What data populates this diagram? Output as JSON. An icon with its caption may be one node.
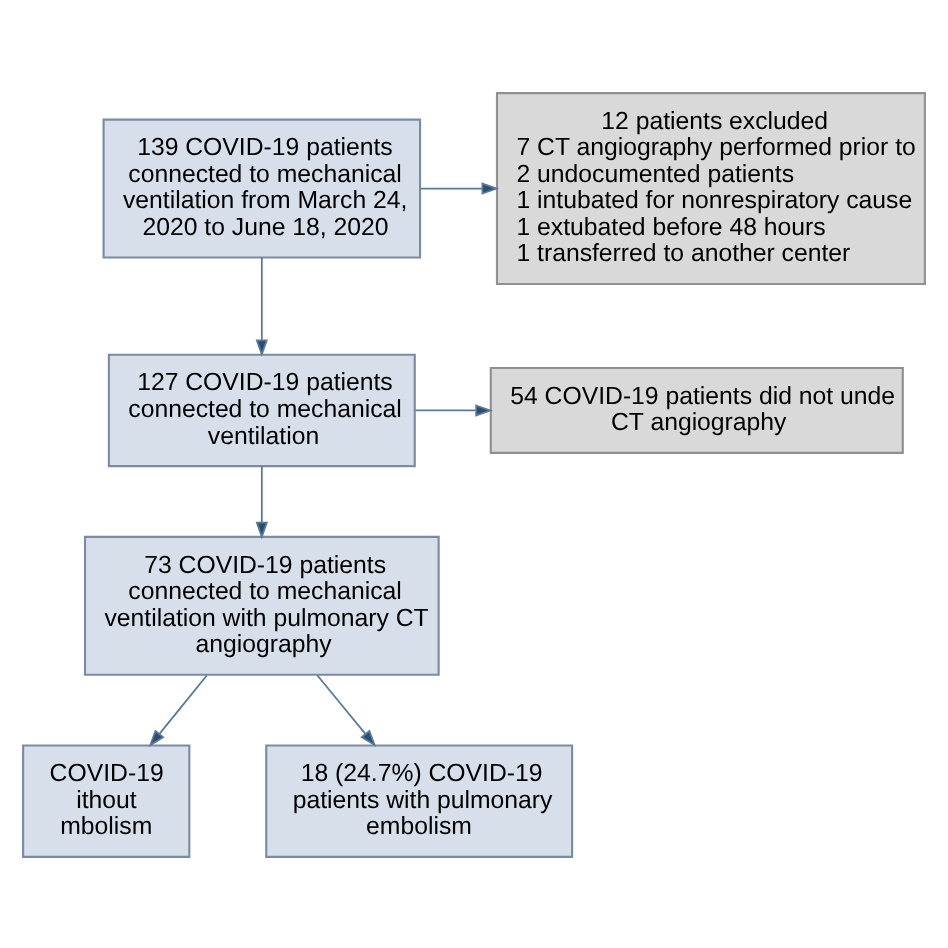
{
  "diagram": {
    "nodes": [
      {
        "text": [
          "139 COVID-19 patients connected to mechanical ventilation from March 24, 2020 to June 18, 2020"
        ]
      },
      {
        "text": [
          "12 patients excluded",
          "7 CT angiography performed prior to",
          "2 undocumented patients",
          "1 intubated for nonrespiratory cause",
          "1 extubated before 48 hours",
          "1 transferred to another center"
        ]
      },
      {
        "text": [
          "127 COVID-19 patients connected to mechanical ventilation"
        ]
      },
      {
        "text": [
          "54 COVID-19 patients did not unde CT angiography"
        ]
      },
      {
        "text": [
          "73 COVID-19 patients connected to mechanical ventilation with pulmonary CT angiography"
        ]
      },
      {
        "text": [
          "COVID-19 ithout mbolism"
        ]
      },
      {
        "text": [
          "18 (24.7%) COVID-19 patients with pulmonary embolism"
        ]
      }
    ],
    "edges": [
      {
        "from": 0,
        "to": 1,
        "arrow": "to"
      },
      {
        "from": 0,
        "to": 2,
        "arrow": "to"
      },
      {
        "from": 2,
        "to": 3,
        "arrow": "to"
      },
      {
        "from": 2,
        "to": 4,
        "arrow": "to"
      },
      {
        "from": 4,
        "to": 5,
        "arrow": "to"
      },
      {
        "from": 4,
        "to": 6,
        "arrow": "to"
      }
    ]
  }
}
